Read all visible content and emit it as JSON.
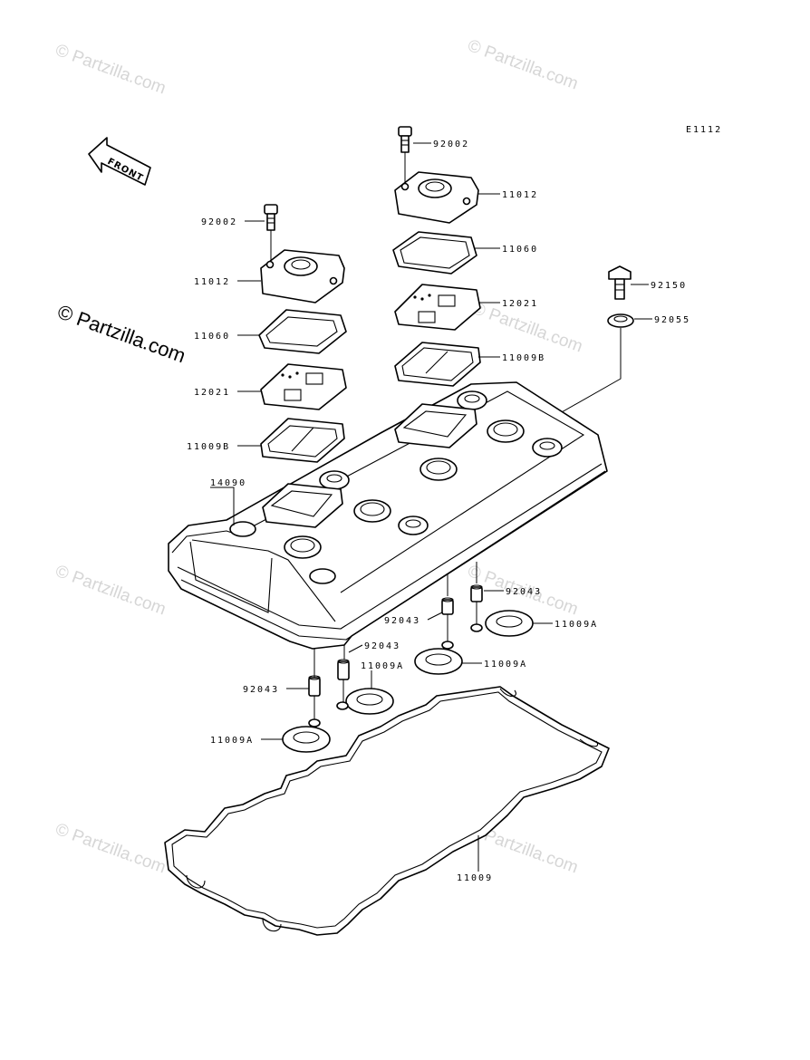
{
  "diagram_code": "E1112",
  "front_label": "FRONT",
  "watermark": "© Partzilla.com",
  "watermark_main": "© Partzilla.com",
  "callouts": [
    {
      "id": "c-92002-right",
      "text": "92002"
    },
    {
      "id": "c-11012-right",
      "text": "11012"
    },
    {
      "id": "c-11060-right",
      "text": "11060"
    },
    {
      "id": "c-12021-right",
      "text": "12021"
    },
    {
      "id": "c-11009b-right",
      "text": "11009B"
    },
    {
      "id": "c-92150",
      "text": "92150"
    },
    {
      "id": "c-92055",
      "text": "92055"
    },
    {
      "id": "c-92002-left",
      "text": "92002"
    },
    {
      "id": "c-11012-left",
      "text": "11012"
    },
    {
      "id": "c-11060-left",
      "text": "11060"
    },
    {
      "id": "c-12021-left",
      "text": "12021"
    },
    {
      "id": "c-11009b-left",
      "text": "11009B"
    },
    {
      "id": "c-14090",
      "text": "14090"
    },
    {
      "id": "c-92043-a",
      "text": "92043"
    },
    {
      "id": "c-11009a-a",
      "text": "11009A"
    },
    {
      "id": "c-92043-b",
      "text": "92043"
    },
    {
      "id": "c-11009a-b",
      "text": "11009A"
    },
    {
      "id": "c-92043-c",
      "text": "92043"
    },
    {
      "id": "c-11009a-c",
      "text": "11009A"
    },
    {
      "id": "c-92043-d",
      "text": "92043"
    },
    {
      "id": "c-11009a-d",
      "text": "11009A"
    },
    {
      "id": "c-11009",
      "text": "11009"
    }
  ]
}
